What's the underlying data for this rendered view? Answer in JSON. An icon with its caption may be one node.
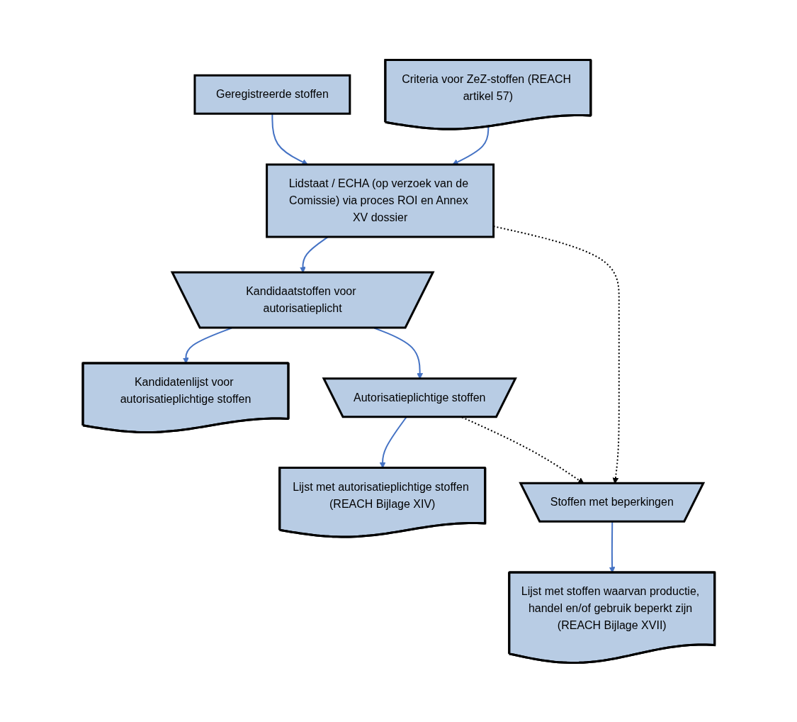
{
  "diagram": {
    "nodes": [
      {
        "text": [
          "Geregistreerde stoffen"
        ]
      },
      {
        "text": [
          "Criteria voor ZeZ-stoffen (REACH artikel 57)"
        ]
      },
      {
        "text": [
          "Lidstaat / ECHA (op verzoek van de Comissie) via proces ROI en Annex XV dossier"
        ]
      },
      {
        "text": [
          "Kandidaatstoffen voor autorisatieplicht"
        ]
      },
      {
        "text": [
          "Kandidatenlijst voor autorisatieplichtige stoffen"
        ]
      },
      {
        "text": [
          "Autorisatieplichtige stoffen"
        ]
      },
      {
        "text": [
          "Lijst met autorisatieplichtige stoffen (REACH Bijlage XIV)"
        ]
      },
      {
        "text": [
          "Stoffen met beperkingen"
        ]
      },
      {
        "text": [
          "Lijst met stoffen waarvan productie, handel en/of gebruik beperkt zijn (REACH Bijlage XVII)"
        ]
      }
    ],
    "edges": [
      {
        "from": 0,
        "to": 2,
        "arrow": "to"
      },
      {
        "from": 1,
        "to": 2,
        "arrow": "to"
      },
      {
        "from": 2,
        "to": 3,
        "arrow": "to"
      },
      {
        "from": 3,
        "to": 4,
        "arrow": "to"
      },
      {
        "from": 3,
        "to": 5,
        "arrow": "to"
      },
      {
        "from": 5,
        "to": 6,
        "arrow": "to"
      },
      {
        "from": 2,
        "to": 7,
        "arrow": "to",
        "style": "dashed",
        "color": "#000000"
      },
      {
        "from": 5,
        "to": 7,
        "arrow": "to",
        "style": "dashed",
        "color": "#000000"
      },
      {
        "from": 7,
        "to": 8,
        "arrow": "to"
      }
    ]
  }
}
